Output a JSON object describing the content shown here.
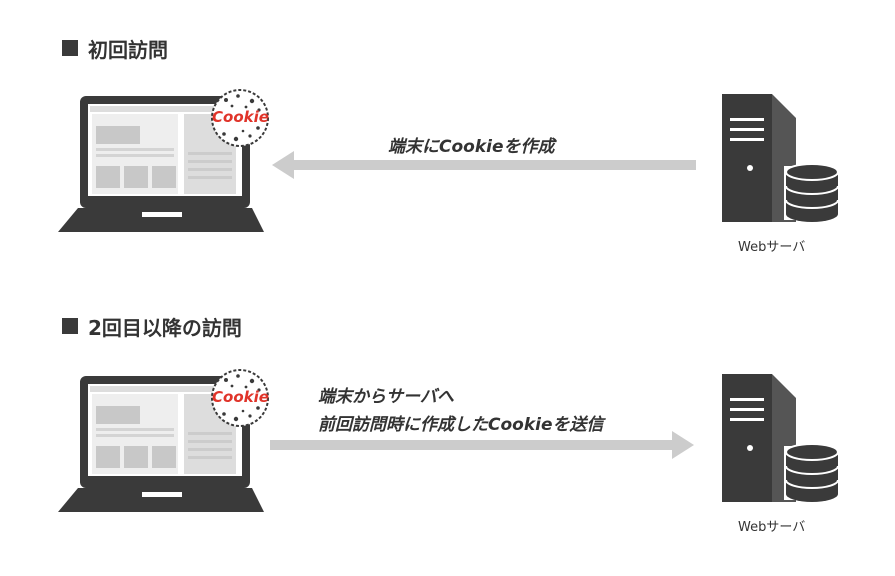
{
  "section1": {
    "heading": "初回訪問",
    "cookie_label": "Cookie",
    "arrow_label": "端末にCookieを作成",
    "server_label": "Webサーバ"
  },
  "section2": {
    "heading": "2回目以降の訪問",
    "cookie_label": "Cookie",
    "arrow_label_line1": "端末からサーバへ",
    "arrow_label_line2": "前回訪問時に作成したCookieを送信",
    "server_label": "Webサーバ"
  },
  "colors": {
    "dark": "#3a3a3a",
    "arrow": "#cccccc",
    "cookie_text": "#e0342a",
    "screen_gray": "#c8c8c8"
  }
}
